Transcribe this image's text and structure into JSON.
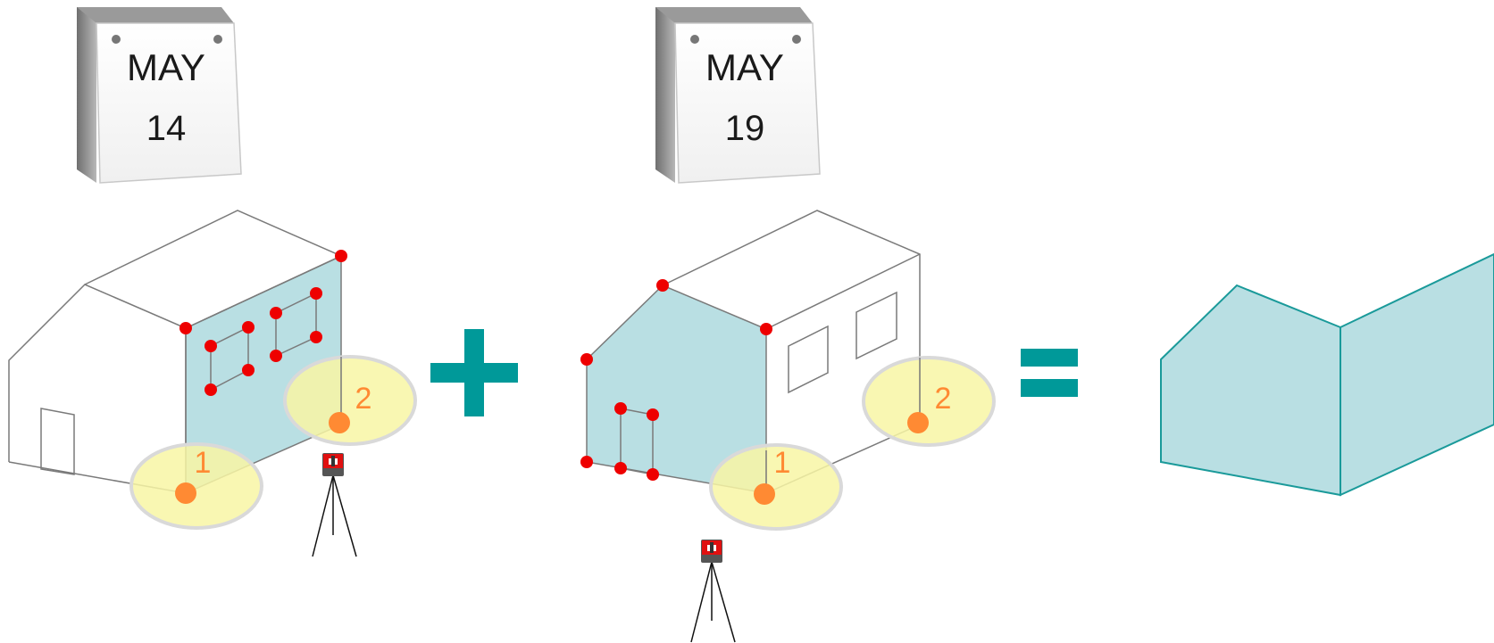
{
  "colors": {
    "accent": "#009999",
    "face_fill": "#b9dfe3",
    "wall_outline": "#7a7a7a",
    "point_red": "#ee0000",
    "control_point": "#ff8a33",
    "highlight": "#f8f6a4",
    "highlight_ring": "#d9d9d9"
  },
  "calendars": [
    {
      "month": "MAY",
      "day": "14"
    },
    {
      "month": "MAY",
      "day": "19"
    }
  ],
  "scan_1": {
    "control_points": [
      {
        "label": "1"
      },
      {
        "label": "2"
      }
    ],
    "instrument": "total-station-icon"
  },
  "scan_2": {
    "control_points": [
      {
        "label": "1"
      },
      {
        "label": "2"
      }
    ],
    "instrument": "total-station-icon"
  },
  "operators": {
    "plus": "plus-icon",
    "equals": "equals-icon"
  },
  "result": {
    "shape": "combined-faces"
  }
}
